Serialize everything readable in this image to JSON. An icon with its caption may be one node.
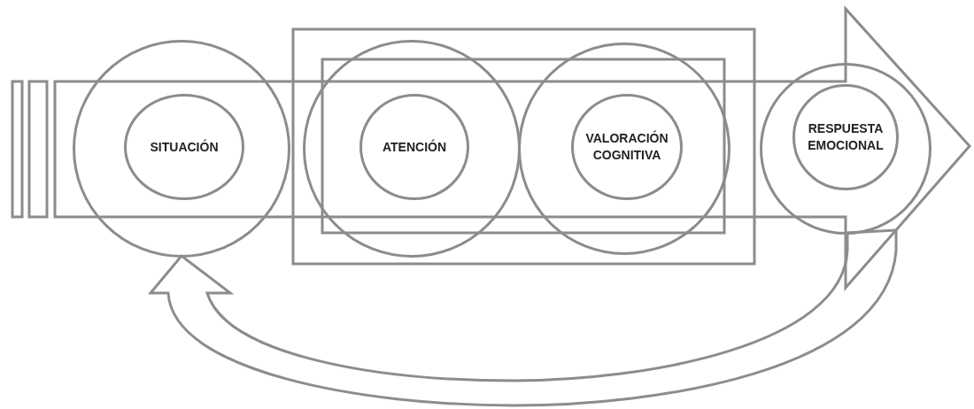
{
  "diagram": {
    "nodes": [
      {
        "text": [],
        "shape": "circle"
      },
      {
        "text": [
          "SITUACIÓN"
        ],
        "in": 0
      },
      {
        "text": [],
        "shape": "circle"
      },
      {
        "text": [
          "ATENCIÓN"
        ],
        "in": 2
      },
      {
        "text": [],
        "shape": "circle"
      },
      {
        "text": [
          "VALORACIÓN COGNITIVA"
        ],
        "in": 4
      },
      {
        "text": [],
        "shape": "circle"
      },
      {
        "text": [
          "RESPUESTA EMOCIONAL"
        ],
        "in": 6
      }
    ],
    "edges": [
      {
        "from": 6,
        "to": 0,
        "arrow": "to"
      }
    ]
  }
}
